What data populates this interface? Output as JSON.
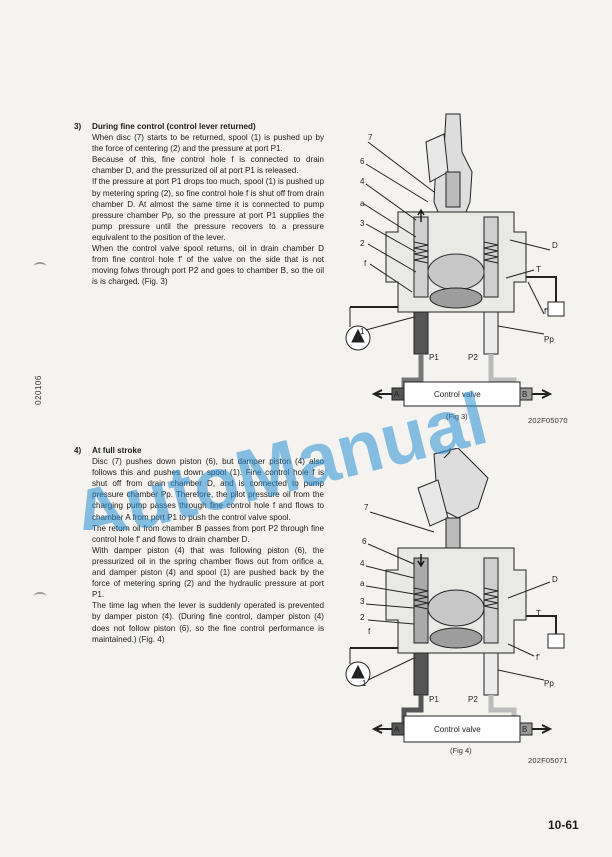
{
  "side_code": "020106",
  "page_number": "10-61",
  "watermark": "AutoManual",
  "section3": {
    "number": "3)",
    "title": "During fine control (control lever returned)",
    "paragraphs": [
      "When disc (7) starts to be returned, spool (1) is pushed up by the force of centering (2) and the pressure at port P1.",
      "Because of this, fine control hole f is connected to drain chamber D, and the pressurized oil at port P1 is released.",
      "If the pressure at port P1 drops too much, spool (1) is pushed up by metering spring (2), so fine control hole f is shut off from drain chamber D. At almost the same time it is connected to pump pressure chamber Pp, so the pressure at port P1 supplies the pump pressure until the pressure recovers to a pressure equivalent to the position of the lever.",
      "When the control valve spool returns, oil in drain chamber D from fine control hole f' of the valve on the side that is not moving folws through port P2 and goes to chamber B, so the oil is is charged. (Fig. 3)"
    ]
  },
  "section4": {
    "number": "4)",
    "title": "At full stroke",
    "paragraphs": [
      "Disc (7) pushes down piston (6), but damper piston (4) also follows this and pushes down spool (1). Fine control hole f is shut off from drain chamber D, and is connected to pump pressure chamber Pp. Therefore, the pilot pressure oil from the charging pump passes through fine control hole f and flows to chamber A from port P1 to push the control valve spool.",
      "The return oil from chamber B passes from port P2 through fine control hole f' and flows to drain chamber D.",
      "With damper piston (4) that was following piston (6), the pressurized oil in the spring chamber flows out from orifice a, and damper piston (4) and spool (1) are pushed back by the force of metering spring (2) and the hydraulic pressure at port P1.",
      "The time lag when the lever is suddenly operated is prevented by damper piston (4). (During fine control, damper piston (4) does not follow piston (6), so the fine control performance is maintained.) (Fig. 4)"
    ]
  },
  "figure3": {
    "caption": "(Fig 3)",
    "code": "202F05070",
    "labels": {
      "n7": "7",
      "n6": "6",
      "n4": "4",
      "na": "a",
      "n3": "3",
      "n2": "2",
      "nf": "f",
      "n1": "1",
      "D": "D",
      "T": "T",
      "f2": "f'",
      "P1": "P1",
      "P2": "P2",
      "Pp": "Pp",
      "A": "A",
      "B": "B",
      "valve": "Control valve"
    }
  },
  "figure4": {
    "caption": "(Fig 4)",
    "code": "202F05071",
    "labels": {
      "n7": "7",
      "n6": "6",
      "n4": "4",
      "na": "a",
      "n3": "3",
      "n2": "2",
      "nf": "f",
      "n1": "1",
      "D": "D",
      "T": "T",
      "f2": "f'",
      "P1": "P1",
      "P2": "P2",
      "Pp": "Pp",
      "A": "A",
      "B": "B",
      "valve": "Control valve"
    }
  }
}
